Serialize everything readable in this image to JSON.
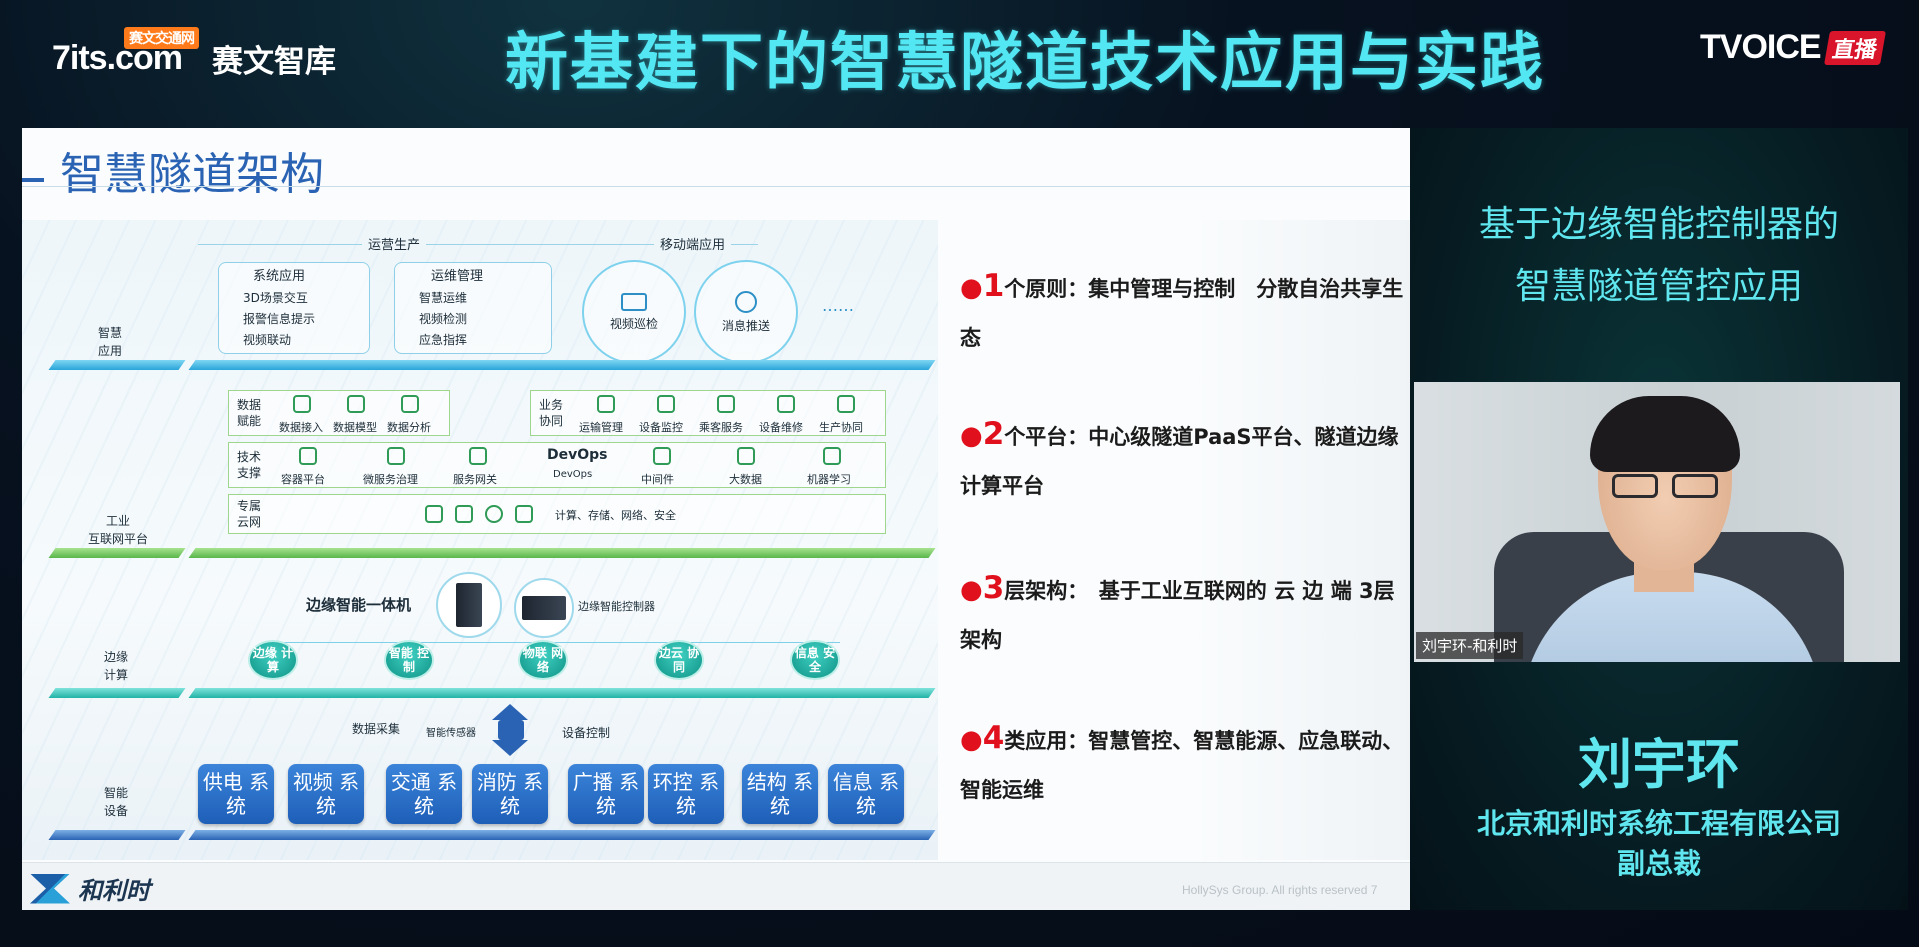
{
  "header": {
    "brand_site": "7its.com",
    "brand_tag": "赛文交通网",
    "brand_name": "赛文智库",
    "title": "新基建下的智慧隧道技术应用与实践",
    "broadcaster": "TVOICE",
    "live_label": "直播"
  },
  "slide": {
    "title": "智慧隧道架构",
    "footer_logo": "和利时",
    "footer_copyright": "HollySys Group. All rights reserved    7",
    "diagram": {
      "top_labels": {
        "ops": "运营生产",
        "mobile": "移动端应用"
      },
      "layers": {
        "app": "智慧\n应用",
        "iiot": "工业\n互联网平台",
        "edge": "边缘\n计算",
        "device": "智能\n设备"
      },
      "system_app": {
        "title": "系统应用",
        "items": [
          "3D场景交互",
          "报警信息提示",
          "视频联动"
        ]
      },
      "ops_mgmt": {
        "title": "运维管理",
        "items": [
          "智慧运维",
          "视频检测",
          "应急指挥"
        ]
      },
      "mobile_circles": [
        "视频巡检",
        "消息推送"
      ],
      "ellipsis": "……",
      "data_enable": {
        "label": "数据\n赋能",
        "items": [
          "数据接入",
          "数据模型",
          "数据分析"
        ]
      },
      "business": {
        "label": "业务\n协同",
        "items": [
          "运输管理",
          "设备监控",
          "乘客服务",
          "设备维修",
          "生产协同"
        ]
      },
      "tech": {
        "label": "技术\n支撑",
        "items": [
          "容器平台",
          "微服务治理",
          "服务网关",
          "DevOps",
          "中间件",
          "大数据",
          "机器学习"
        ],
        "devops_big": "DevOps"
      },
      "cloud": {
        "label": "专属\n云网",
        "text": "计算、存储、网络、安全"
      },
      "edge_devices": {
        "machine": "边缘智能一体机",
        "controller": "边缘智能控制器"
      },
      "edge_items": [
        "边缘\n计算",
        "智能\n控制",
        "物联\n网络",
        "边云\n协同",
        "信息\n安全"
      ],
      "io_labels": {
        "collect": "数据采集",
        "sensor": "智能传感器",
        "control": "设备控制"
      },
      "systems": [
        "供电\n系统",
        "视频\n系统",
        "交通\n系统",
        "消防\n系统",
        "广播\n系统",
        "环控\n系统",
        "结构\n系统",
        "信息\n系统"
      ]
    },
    "points": [
      {
        "dot": "●",
        "num": "1",
        "text": "个原则：集中管理与控制　分散自治共享生态"
      },
      {
        "dot": "●",
        "num": "2",
        "text": "个平台：中心级隧道PaaS平台、隧道边缘计算平台"
      },
      {
        "dot": "●",
        "num": "3",
        "text": "层架构：　基于工业互联网的 云 边 端 3层架构"
      },
      {
        "dot": "●",
        "num": "4",
        "text": "类应用：智慧管控、智慧能源、应急联动、智能运维"
      }
    ]
  },
  "panel": {
    "talk_title_1": "基于边缘智能控制器的",
    "talk_title_2": "智慧隧道管控应用",
    "video_label": "刘宇环-和利时",
    "speaker_name": "刘宇环",
    "speaker_org": "北京和利时系统工程有限公司",
    "speaker_role": "副总裁"
  },
  "colors": {
    "title_cyan": "#52e7f2",
    "accent_red": "#e0101c",
    "slide_blue": "#2a63b3",
    "live_red": "#d8152a"
  }
}
